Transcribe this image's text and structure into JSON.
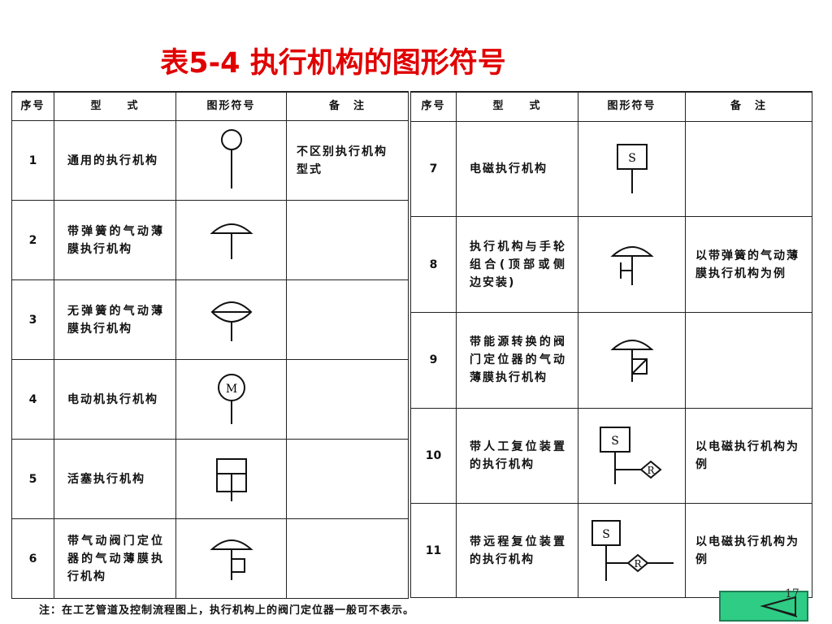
{
  "title": "表5-4 执行机构的图形符号",
  "headers": {
    "num": "序号",
    "type": "型　　式",
    "symbol": "图形符号",
    "note": "备　注"
  },
  "rows_left": [
    {
      "num": "1",
      "type": "通用的执行机构",
      "note": "不区别执行机构型式"
    },
    {
      "num": "2",
      "type": "带弹簧的气动薄膜执行机构",
      "note": ""
    },
    {
      "num": "3",
      "type": "无弹簧的气动薄膜执行机构",
      "note": ""
    },
    {
      "num": "4",
      "type": "电动机执行机构",
      "note": "",
      "symbol_text": "M"
    },
    {
      "num": "5",
      "type": "活塞执行机构",
      "note": ""
    },
    {
      "num": "6",
      "type": "带气动阀门定位器的气动薄膜执行机构",
      "note": ""
    }
  ],
  "rows_right": [
    {
      "num": "7",
      "type": "电磁执行机构",
      "note": "",
      "symbol_text": "S"
    },
    {
      "num": "8",
      "type": "执行机构与手轮组合(顶部或侧边安装)",
      "note": "以带弹簧的气动薄膜执行机构为例"
    },
    {
      "num": "9",
      "type": "带能源转换的阀门定位器的气动薄膜执行机构",
      "note": ""
    },
    {
      "num": "10",
      "type": "带人工复位装置的执行机构",
      "note": "以电磁执行机构为例",
      "symbol_text": "S",
      "symbol_text2": "R"
    },
    {
      "num": "11",
      "type": "带远程复位装置的执行机构",
      "note": "以电磁执行机构为例",
      "symbol_text": "S",
      "symbol_text2": "R"
    }
  ],
  "footer": "注：在工艺管道及控制流程图上，执行机构上的阀门定位器一般可不表示。",
  "page_number": "17"
}
